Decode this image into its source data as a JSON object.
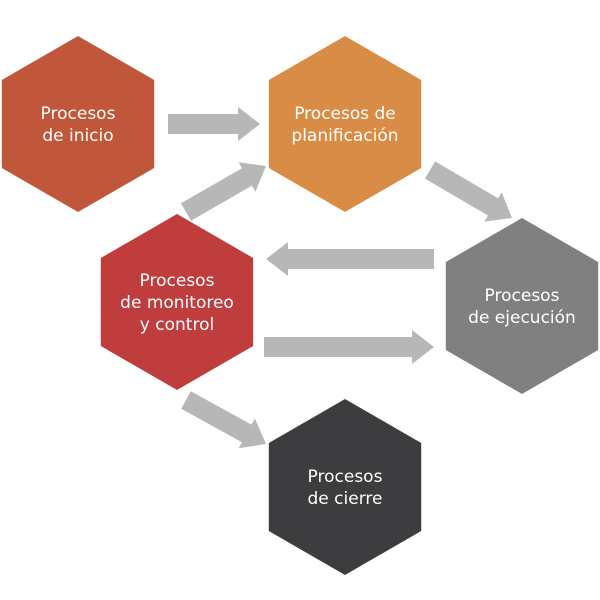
{
  "nodes": [
    {
      "id": "inicio",
      "lines": [
        "Procesos",
        "de inicio"
      ],
      "color": "#c0573a"
    },
    {
      "id": "planificacion",
      "lines": [
        "Procesos de",
        "planificación"
      ],
      "color": "#d98c45"
    },
    {
      "id": "ejecucion",
      "lines": [
        "Procesos",
        "de ejecución"
      ],
      "color": "#808080"
    },
    {
      "id": "monitoreo",
      "lines": [
        "Procesos",
        "de monitoreo",
        "y control"
      ],
      "color": "#bf3d3d"
    },
    {
      "id": "cierre",
      "lines": [
        "Procesos",
        "de cierre"
      ],
      "color": "#3d3d3f"
    }
  ],
  "edges": [
    {
      "from": "inicio",
      "to": "planificacion"
    },
    {
      "from": "planificacion",
      "to": "ejecucion"
    },
    {
      "from": "ejecucion",
      "to": "monitoreo"
    },
    {
      "from": "monitoreo",
      "to": "ejecucion"
    },
    {
      "from": "monitoreo",
      "to": "planificacion"
    },
    {
      "from": "monitoreo",
      "to": "cierre"
    }
  ],
  "arrow_color": "#b7b7b7"
}
